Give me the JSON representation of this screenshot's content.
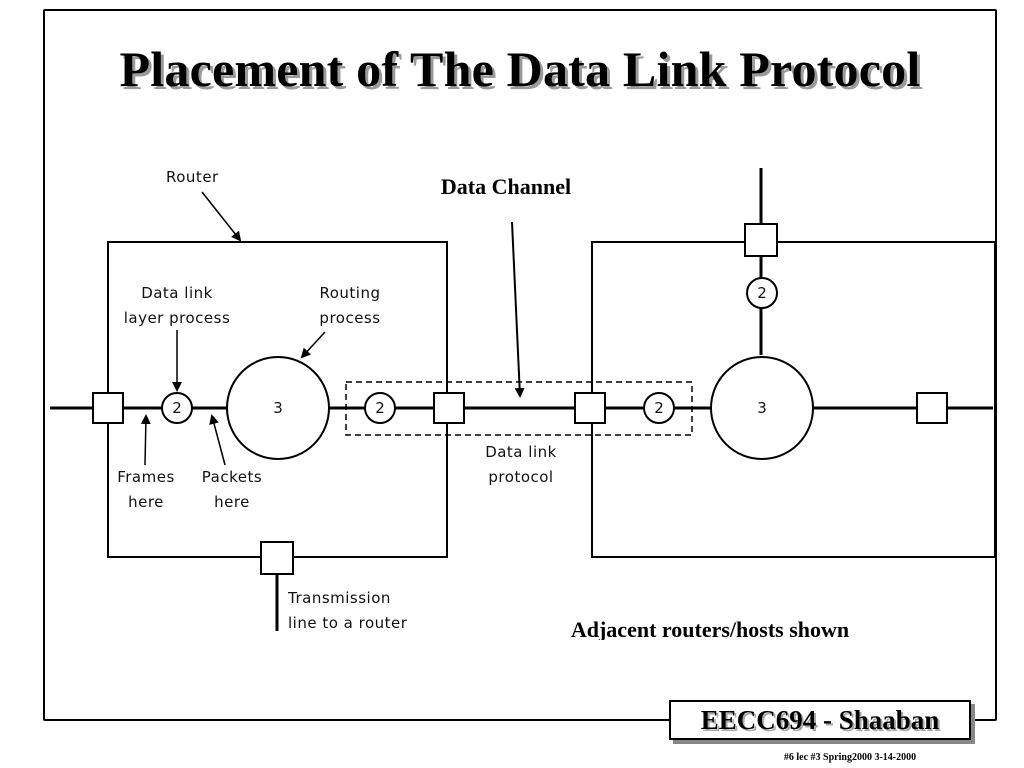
{
  "slide": {
    "title": "Placement of The Data Link Protocol",
    "footer_label": "EECC694 - Shaaban",
    "footer_note": "#6  lec #3   Spring2000   3-14-2000"
  },
  "diagram": {
    "labels": {
      "router": "Router",
      "data_link_line1": "Data link",
      "data_link_line2": "layer process",
      "routing_line1": "Routing",
      "routing_line2": "process",
      "frames_line1": "Frames",
      "frames_line2": "here",
      "packets_line1": "Packets",
      "packets_line2": "here",
      "dl_protocol_line1": "Data link",
      "dl_protocol_line2": "protocol",
      "transmission_line1": "Transmission",
      "transmission_line2": "line to a router",
      "data_channel": "Data Channel",
      "caption": "Adjacent routers/hosts shown"
    },
    "process_numbers": {
      "left_dl_process": "2",
      "left_routing": "3",
      "left_outbound_dl": "2",
      "right_inbound_dl": "2",
      "right_routing": "3",
      "right_top_dl": "2"
    }
  }
}
